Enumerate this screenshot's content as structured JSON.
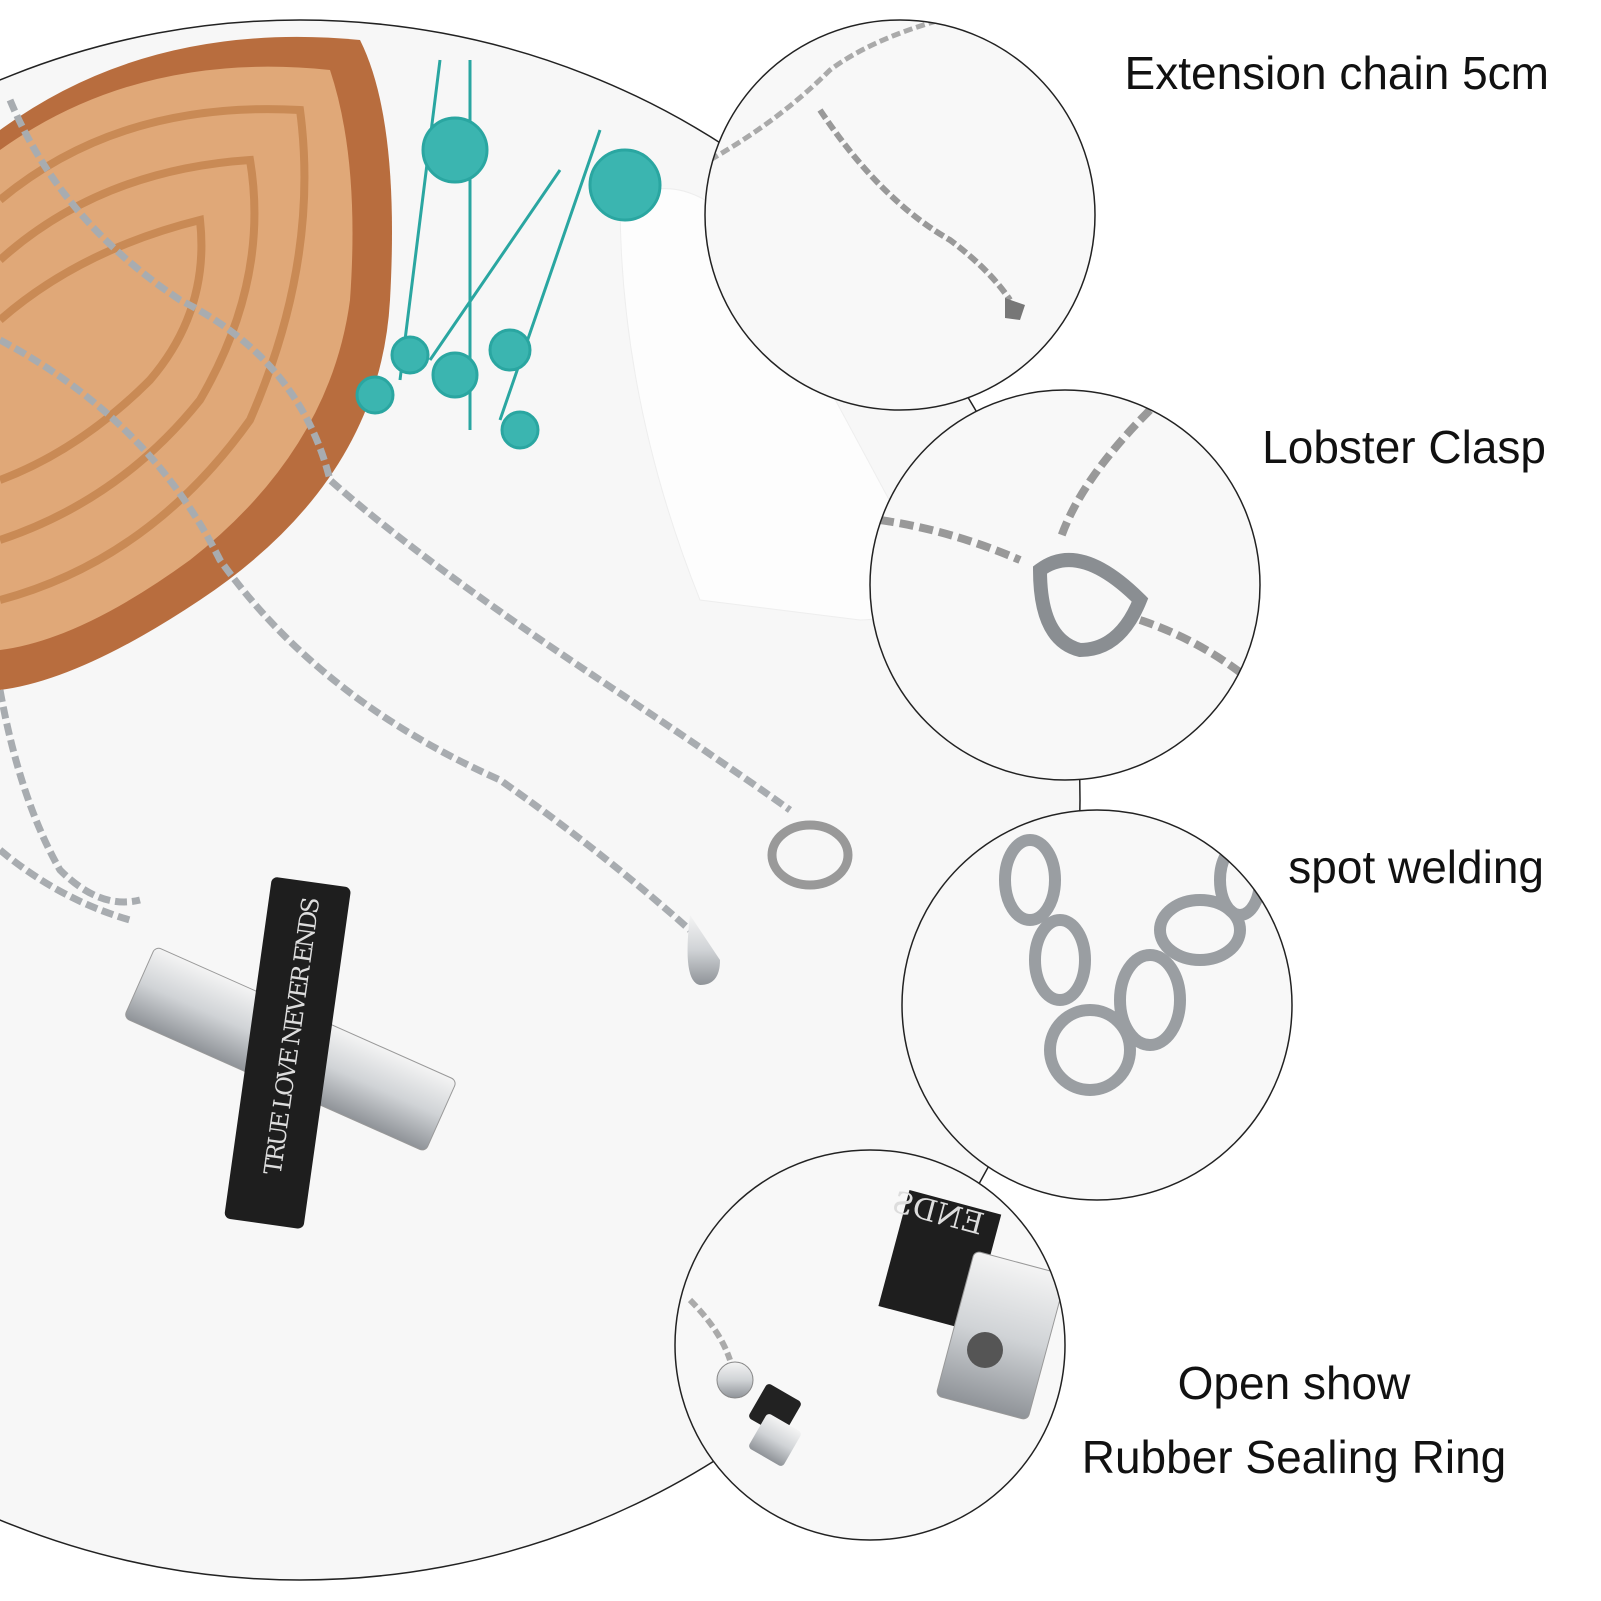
{
  "labels": {
    "extension_chain": "Extension chain 5cm",
    "lobster_clasp": "Lobster Clasp",
    "spot_welding": "spot welding",
    "open_show": "Open show",
    "rubber_ring": "Rubber Sealing Ring"
  },
  "product": {
    "engraving": "TRUE LOVE NEVER ENDS",
    "detail_engraving": "ENDS"
  },
  "colors": {
    "wood": "#c98a55",
    "flower": "#3bb5b0",
    "steel": "#b8bcc0",
    "black_bar": "#1e1e1e"
  }
}
